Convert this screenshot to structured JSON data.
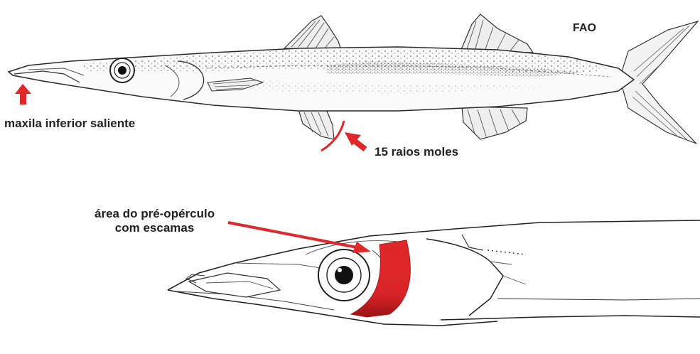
{
  "credit": "FAO",
  "labels": {
    "lower_jaw": "maxila inferior saliente",
    "soft_rays": "15 raios moles",
    "preopercle_line1": "área do pré-opérculo",
    "preopercle_line2": "com escamas"
  },
  "colors": {
    "highlight": "#e0282a",
    "ink": "#333333"
  }
}
